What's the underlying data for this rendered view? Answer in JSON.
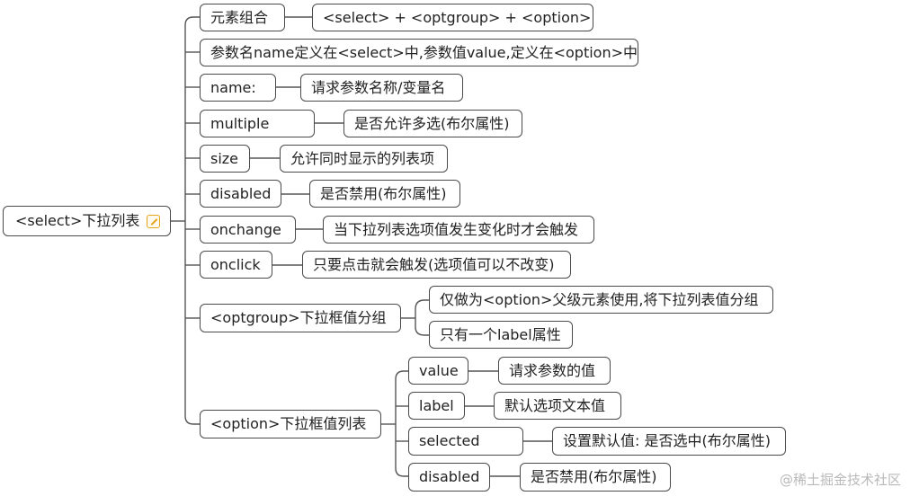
{
  "root": {
    "label": "<select>下拉列表",
    "icon": "edit-note-icon"
  },
  "branches": [
    {
      "label": "元素组合",
      "children": [
        "<select> + <optgroup> + <option>"
      ]
    },
    {
      "label": "参数名name定义在<select>中,参数值value,定义在<option>中",
      "children": []
    },
    {
      "label": "name:",
      "children": [
        "请求参数名称/变量名"
      ]
    },
    {
      "label": "multiple",
      "children": [
        "是否允许多选(布尔属性)"
      ]
    },
    {
      "label": "size",
      "children": [
        "允许同时显示的列表项"
      ]
    },
    {
      "label": "disabled",
      "children": [
        "是否禁用(布尔属性)"
      ]
    },
    {
      "label": "onchange",
      "children": [
        "当下拉列表选项值发生变化时才会触发"
      ]
    },
    {
      "label": "onclick",
      "children": [
        "只要点击就会触发(选项值可以不改变)"
      ]
    },
    {
      "label": "<optgroup>下拉框值分组",
      "children": [
        "仅做为<option>父级元素使用,将下拉列表值分组",
        "只有一个label属性"
      ]
    },
    {
      "label": "<option>下拉框值列表",
      "children": [
        {
          "label": "value",
          "children": [
            "请求参数的值"
          ]
        },
        {
          "label": "label",
          "children": [
            "默认选项文本值"
          ]
        },
        {
          "label": "selected",
          "children": [
            "设置默认值: 是否选中(布尔属性)"
          ]
        },
        {
          "label": "disabled",
          "children": [
            "是否禁用(布尔属性)"
          ]
        }
      ]
    }
  ],
  "watermark": "@稀土掘金技术社区"
}
